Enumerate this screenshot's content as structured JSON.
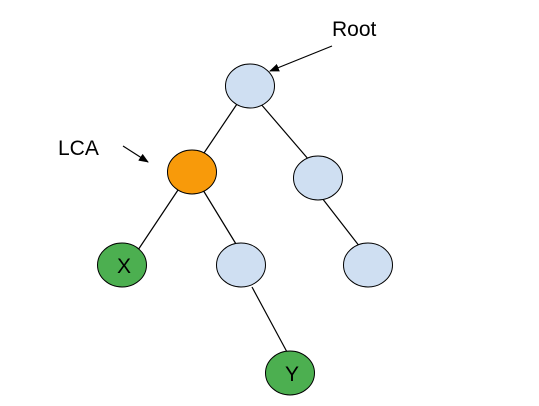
{
  "labels": {
    "root": "Root",
    "lca": "LCA"
  },
  "nodes": {
    "x": "X",
    "y": "Y"
  },
  "colors": {
    "default_node": "#cfdff2",
    "lca_node": "#f89a0a",
    "target_node": "#4caf50",
    "stroke": "#000000",
    "background": "#ffffff"
  }
}
